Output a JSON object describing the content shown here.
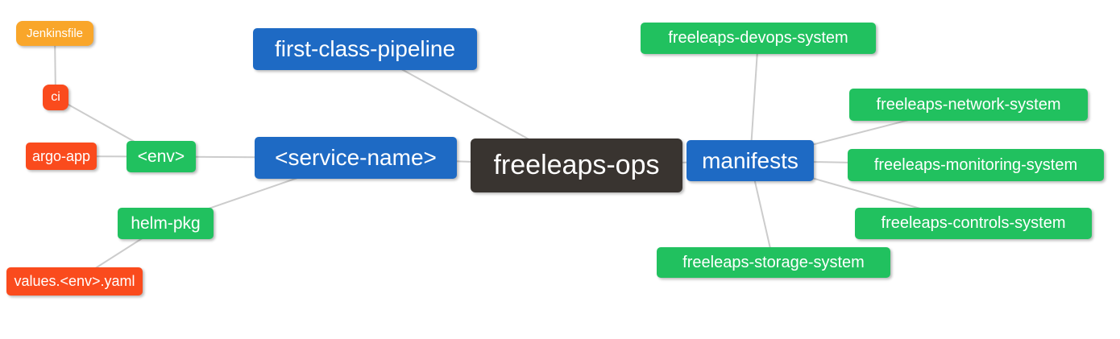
{
  "palette": {
    "blue": "#1E6AC4",
    "green": "#21C15F",
    "red_orange": "#FA4B1D",
    "amber": "#F9A62A",
    "dark": "#393430",
    "edge_line": "#CCCCCC",
    "background": "#FFFFFF",
    "text": "#FFFFFF"
  },
  "nodes": [
    {
      "id": "jenkinsfile",
      "label": "Jenkinsfile"
    },
    {
      "id": "ci",
      "label": "ci"
    },
    {
      "id": "argo-app",
      "label": "argo-app"
    },
    {
      "id": "env",
      "label": "<env>"
    },
    {
      "id": "helm-pkg",
      "label": "helm-pkg"
    },
    {
      "id": "values-env-yaml",
      "label": "values.<env>.yaml"
    },
    {
      "id": "first-class-pipeline",
      "label": "first-class-pipeline"
    },
    {
      "id": "service-name",
      "label": "<service-name>"
    },
    {
      "id": "freeleaps-ops",
      "label": "freeleaps-ops"
    },
    {
      "id": "manifests",
      "label": "manifests"
    },
    {
      "id": "devops-system",
      "label": "freeleaps-devops-system"
    },
    {
      "id": "network-system",
      "label": "freeleaps-network-system"
    },
    {
      "id": "monitoring-system",
      "label": "freeleaps-monitoring-system"
    },
    {
      "id": "controls-system",
      "label": "freeleaps-controls-system"
    },
    {
      "id": "storage-system",
      "label": "freeleaps-storage-system"
    }
  ],
  "edges": [
    [
      "jenkinsfile",
      "ci"
    ],
    [
      "ci",
      "env"
    ],
    [
      "argo-app",
      "env"
    ],
    [
      "env",
      "service-name"
    ],
    [
      "helm-pkg",
      "service-name"
    ],
    [
      "values-env-yaml",
      "helm-pkg"
    ],
    [
      "first-class-pipeline",
      "freeleaps-ops"
    ],
    [
      "service-name",
      "freeleaps-ops"
    ],
    [
      "freeleaps-ops",
      "manifests"
    ],
    [
      "manifests",
      "devops-system"
    ],
    [
      "manifests",
      "network-system"
    ],
    [
      "manifests",
      "monitoring-system"
    ],
    [
      "manifests",
      "controls-system"
    ],
    [
      "manifests",
      "storage-system"
    ]
  ]
}
